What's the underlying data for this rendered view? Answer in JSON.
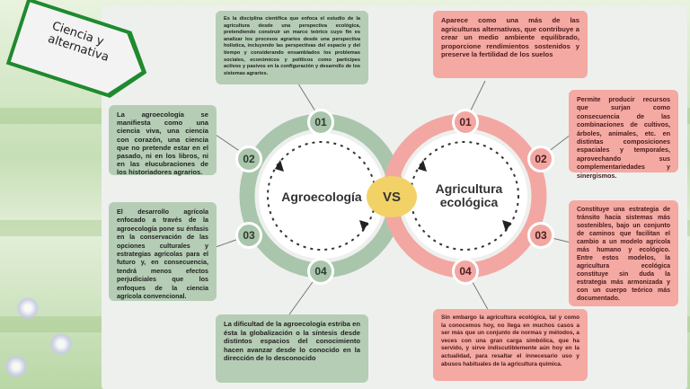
{
  "banner": {
    "label": "Ciencia y alternativa"
  },
  "center": {
    "left_title": "Agroecología",
    "right_title": "Agricultura ecológica",
    "vs": "VS"
  },
  "left_numbers": [
    "01",
    "02",
    "03",
    "04"
  ],
  "right_numbers": [
    "01",
    "02",
    "03",
    "04"
  ],
  "green_boxes": {
    "g01": "Es la disciplina científica que enfoca el estudio de la agricultura desde una perspectiva ecológica, pretendiendo construir un marco teórico cuyo fin es analizar los procesos agrarios desde una perspectiva holística, incluyendo las perspectivas del espacio y del tiempo y considerando ensamblados los problemas sociales, económicos y políticos como participes activos y pasivos en la configuración y desarrollo de los sistemas agrarios.",
    "g02": "La agroecología se manifiesta como una ciencia viva, una ciencia con corazón, una ciencia que no pretende estar en el pasado, ni en los libros, ni en las elucubraciones de los historiadores agrarios.",
    "g03": "El desarrollo agrícola enfocado a través de la agroecología pone su énfasis en la conservación de las opciones culturales y estrategias agrícolas para el futuro y, en consecuencia, tendrá menos efectos perjudiciales que los enfoques de la ciencia agrícola convencional.",
    "g04": "La dificultad de la agroecología estriba en ésta la globalización o la síntesis desde distintos espacios del conocimiento hacen avanzar desde lo conocido en la dirección de lo desconocido"
  },
  "pink_boxes": {
    "p01": "Aparece como una más de las agriculturas alternativas, que contribuye a crear un medio ambiente equilibrado, proporcione rendimientos sostenidos y preserve la fertilidad de los suelos",
    "p02": "Permite producir recursos que surjan como consecuencia de las combinaciones de cultivos, árboles, animales, etc. en distintas composiciones espaciales y temporales, aprovechando sus complementariedades y sinergismos.",
    "p03": "Constituye una estrategia de tránsito hacia sistemas más sostenibles, bajo un conjunto de caminos que facilitan el cambio a un modelo agrícola más humano y ecológico. Entre estos modelos, la agricultura ecológica constituye sin duda la estrategia más armonizada y con un cuerpo teórico más documentado.",
    "p04": "Sin embargo la agricultura ecológica, tal y como la conocemos hoy, no llega en muchos casos a ser más que un conjunto de normas y métodos, a veces con una gran carga simbólica, que ha servido, y sirve indiscutiblemente aún hoy en la actualidad, para resaltar el innecesario uso y abusos habituales de la agricultura química."
  },
  "colors": {
    "green": "#b5cdb5",
    "pink": "#f4a9a3",
    "ring_green": "#a9c6ac",
    "ring_pink": "#f3a7a2",
    "vs": "#f2d166"
  }
}
